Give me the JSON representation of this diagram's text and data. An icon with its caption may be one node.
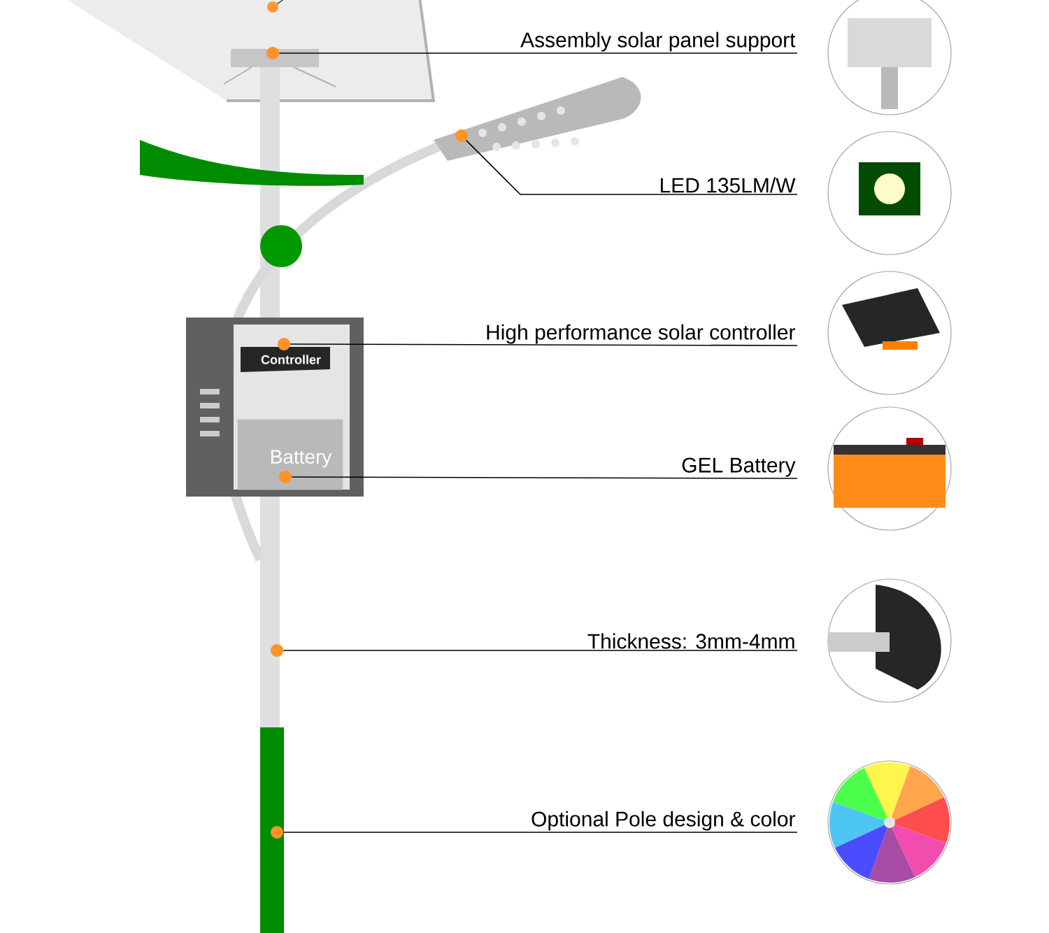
{
  "diagram": {
    "nodes": [
      {
        "text": [
          "Assembly solar panel support"
        ]
      },
      {
        "text": [
          "LED  135LM/W"
        ]
      },
      {
        "text": [
          "High performance solar controller"
        ]
      },
      {
        "text": [
          "GEL Battery"
        ]
      },
      {
        "text": [
          "Thickness: 3mm-4mm"
        ]
      },
      {
        "text": [
          "Optional Pole design & color"
        ]
      },
      {
        "text": [],
        "shape": "circle"
      },
      {
        "text": [],
        "shape": "circle"
      },
      {
        "text": [],
        "shape": "circle"
      },
      {
        "text": [],
        "shape": "circle"
      },
      {
        "text": [],
        "shape": "circle"
      },
      {
        "text": [],
        "shape": "circle"
      }
    ],
    "edges": [
      {
        "from": 0,
        "to": 6,
        "arrow": "none"
      },
      {
        "from": 1,
        "to": 7,
        "arrow": "none"
      },
      {
        "from": 2,
        "to": 8,
        "arrow": "none"
      },
      {
        "from": 3,
        "to": 9,
        "arrow": "none"
      },
      {
        "from": 4,
        "to": 10,
        "arrow": "none"
      },
      {
        "from": 5,
        "to": 11,
        "arrow": "none"
      }
    ],
    "labels": [
      "Controller",
      "Battery"
    ]
  }
}
